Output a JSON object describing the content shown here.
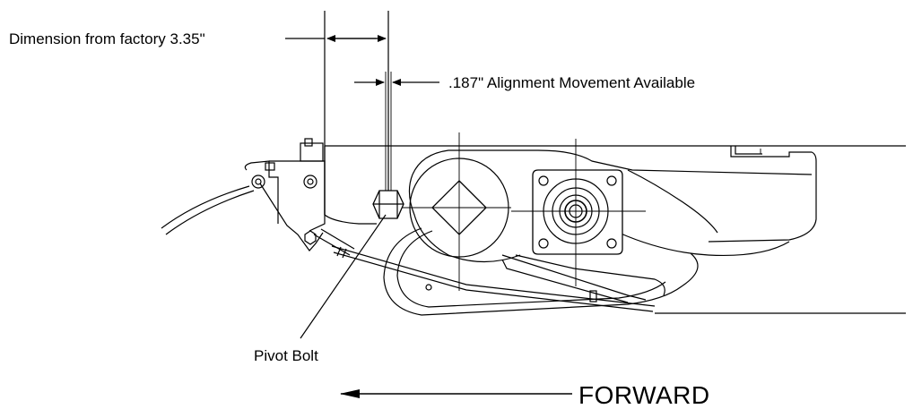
{
  "labels": {
    "factory_dimension": "Dimension from factory 3.35\"",
    "alignment_movement": ".187\" Alignment Movement Available",
    "pivot_bolt": "Pivot Bolt",
    "forward": "FORWARD"
  },
  "colors": {
    "line": "#000000",
    "background": "#ffffff"
  }
}
